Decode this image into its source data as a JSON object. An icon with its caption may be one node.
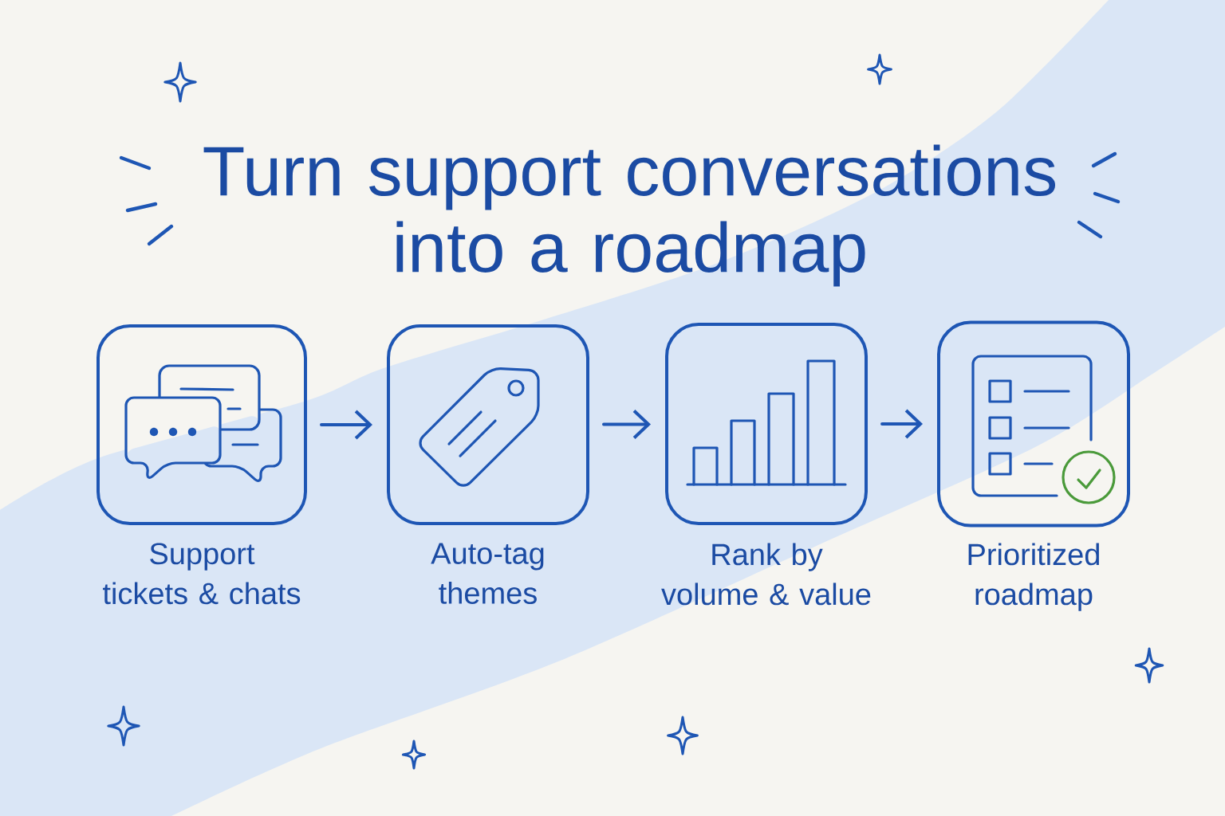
{
  "diagram": {
    "title": "Turn support conversations into a roadmap",
    "nodes": [
      {
        "text": [
          "Support tickets & chats"
        ]
      },
      {
        "text": [
          "Auto-tag themes"
        ]
      },
      {
        "text": [
          "Rank by volume & value"
        ]
      },
      {
        "text": [
          "Prioritized roadmap"
        ]
      }
    ],
    "edges": [
      {
        "from": 0,
        "to": 1,
        "arrow": "to"
      },
      {
        "from": 1,
        "to": 2,
        "arrow": "to"
      },
      {
        "from": 2,
        "to": 3,
        "arrow": "to"
      }
    ]
  }
}
